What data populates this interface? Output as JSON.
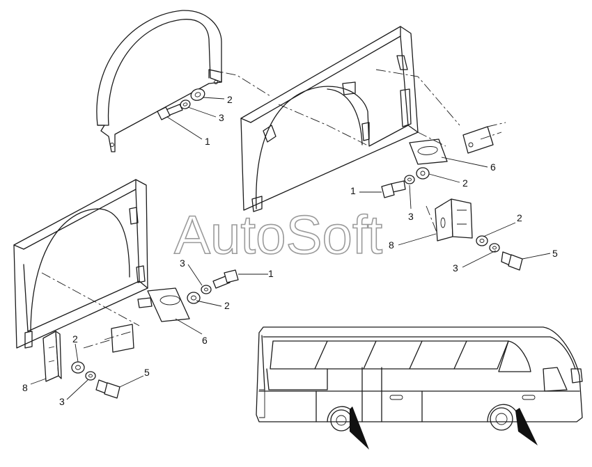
{
  "watermark": "AutoSoft",
  "callouts": [
    {
      "id": "c1a",
      "text": "1"
    },
    {
      "id": "c2a",
      "text": "2"
    },
    {
      "id": "c3a",
      "text": "3"
    },
    {
      "id": "c1b",
      "text": "1"
    },
    {
      "id": "c2b",
      "text": "2"
    },
    {
      "id": "c3b",
      "text": "3"
    },
    {
      "id": "c6b",
      "text": "6"
    },
    {
      "id": "c2c",
      "text": "2"
    },
    {
      "id": "c8c",
      "text": "8"
    },
    {
      "id": "c3c",
      "text": "3"
    },
    {
      "id": "c5c",
      "text": "5"
    },
    {
      "id": "c3d",
      "text": "3"
    },
    {
      "id": "c1d",
      "text": "1"
    },
    {
      "id": "c2d",
      "text": "2"
    },
    {
      "id": "c6d",
      "text": "6"
    },
    {
      "id": "c2e",
      "text": "2"
    },
    {
      "id": "c8e",
      "text": "8"
    },
    {
      "id": "c3e",
      "text": "3"
    },
    {
      "id": "c5e",
      "text": "5"
    }
  ]
}
